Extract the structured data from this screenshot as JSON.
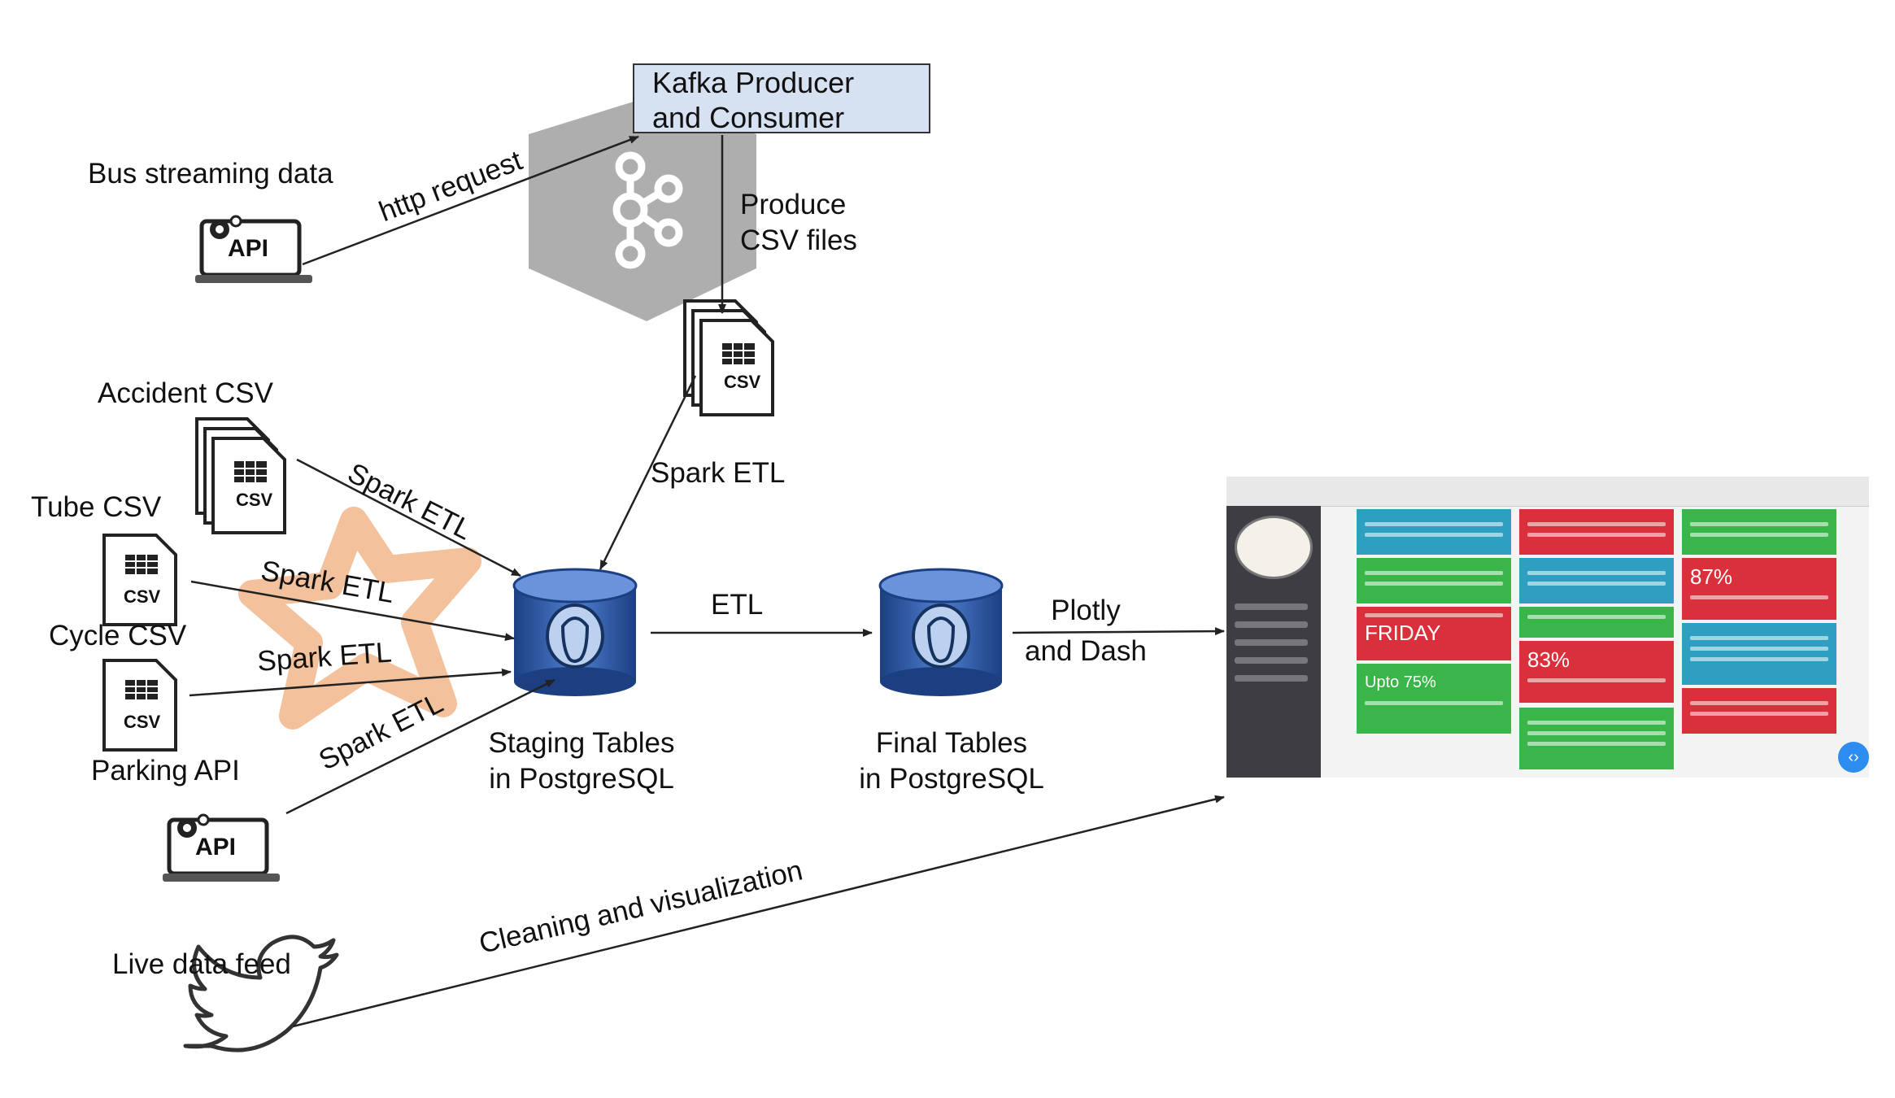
{
  "labels": {
    "kafka_box": "Kafka Producer and Consumer",
    "bus_streaming": "Bus streaming data",
    "http_request": "http request",
    "produce_csv": "Produce\nCSV files",
    "accident_csv": "Accident CSV",
    "tube_csv": "Tube CSV",
    "cycle_csv": "Cycle CSV",
    "parking_api": "Parking API",
    "live_feed": "Live data feed",
    "spark_etl_1": "Spark ETL",
    "spark_etl_2": "Spark ETL",
    "spark_etl_3": "Spark ETL",
    "spark_etl_4": "Spark ETL",
    "spark_etl_kafka": "Spark ETL",
    "etl": "ETL",
    "plotly_dash": "Plotly\nand Dash",
    "staging_tables": "Staging Tables\nin PostgreSQL",
    "final_tables": "Final Tables\nin PostgreSQL",
    "cleaning_viz": "Cleaning and visualization"
  },
  "icons": {
    "api_top": {
      "icon": "api-laptop-icon",
      "text": "API"
    },
    "api_bottom": {
      "icon": "api-laptop-icon",
      "text": "API"
    },
    "csv_kafka": "CSV",
    "csv_accident": "CSV",
    "csv_tube": "CSV",
    "csv_cycle": "CSV",
    "kafka": "kafka-logo-icon",
    "postgres": "postgresql-elephant-icon",
    "twitter": "twitter-bird-icon",
    "star": "spark-star-icon"
  },
  "dashboard": {
    "big_values": [
      "FRIDAY",
      "Upto 75%",
      "83%",
      "87%"
    ],
    "nav_button": "‹›"
  },
  "colors": {
    "kafka_box_fill": "#d6e1f2",
    "kafka_hex": "#aeaeae",
    "star": "#f1b68a",
    "db_blue": "#2b5aa8",
    "card_blue": "#2f9fc1",
    "card_red": "#d9303b",
    "card_green": "#3ab54a",
    "sidebar": "#3e3d44"
  }
}
